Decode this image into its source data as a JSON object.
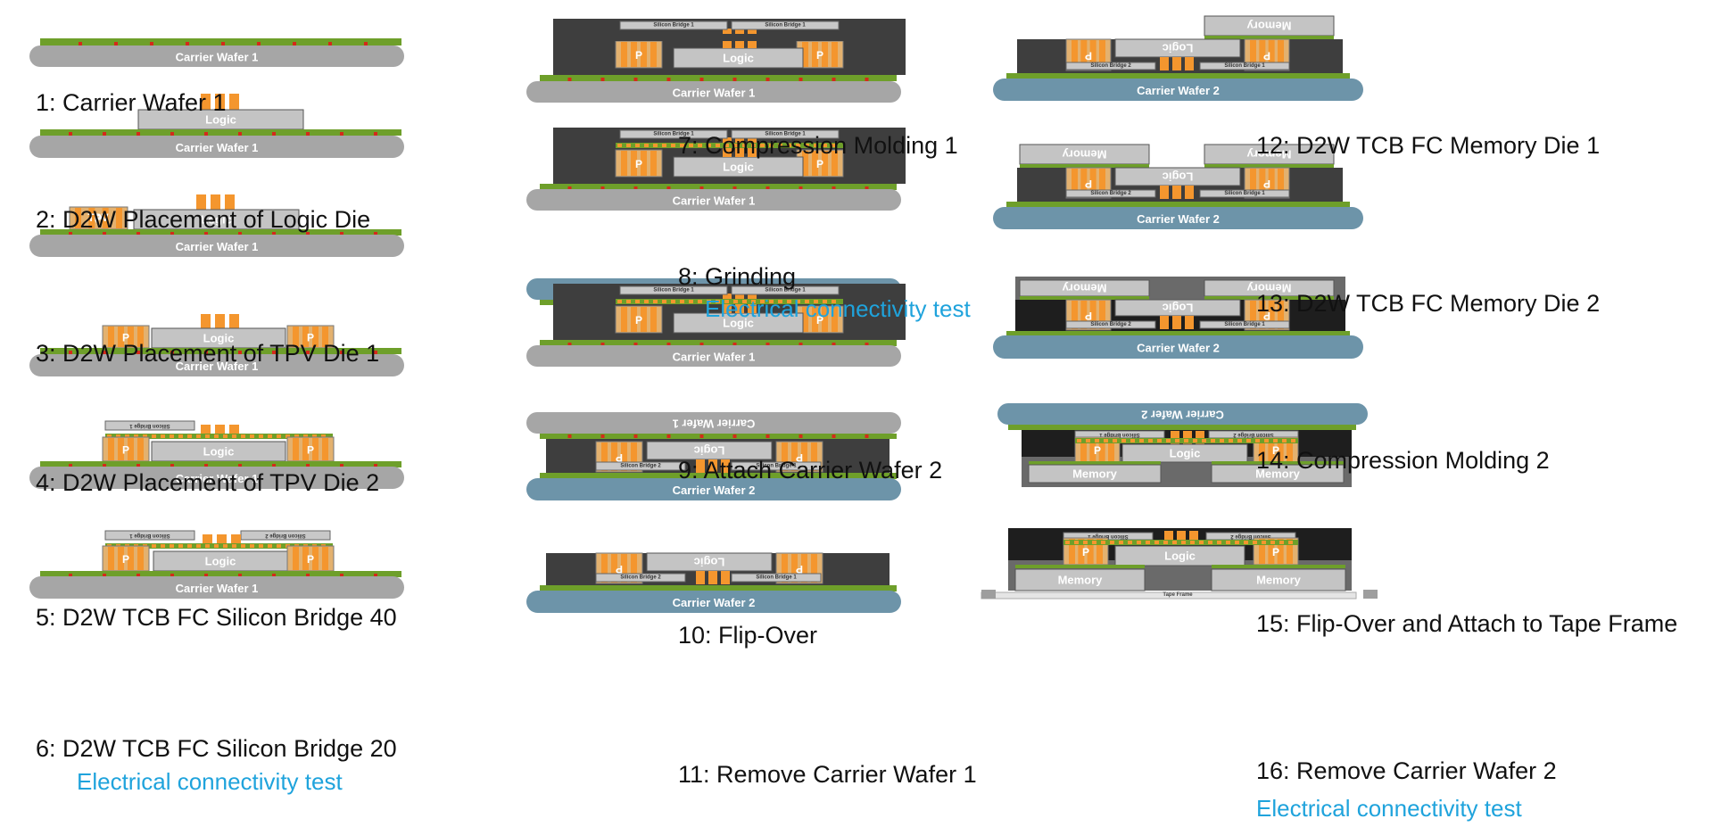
{
  "colors": {
    "carrier": "#a6a6a6",
    "carrier2": "#6d94a9",
    "green": "#6e9f2a",
    "orange": "#f4962e",
    "die": "#c4c4c4",
    "mold": "#3e3e3e",
    "mold_dark": "#1e1e1e",
    "bump": "#d42a1a",
    "test_text": "#1fa3dc"
  },
  "labels": {
    "carrier1": "Carrier Wafer 1",
    "carrier2": "Carrier Wafer 2",
    "logic": "Logic",
    "tpv": "TPV",
    "p": "P",
    "memory": "Memory",
    "bridge1": "Silicon Bridge 1",
    "bridge2": "Silicon Bridge 2",
    "tape": "Tape Frame"
  },
  "steps": [
    {
      "caption": "1: Carrier Wafer 1"
    },
    {
      "caption": "2: D2W Placement of Logic Die"
    },
    {
      "caption": "3: D2W Placement of TPV Die 1"
    },
    {
      "caption": "4: D2W Placement of TPV Die 2"
    },
    {
      "caption": "5: D2W TCB FC Silicon Bridge 40"
    },
    {
      "caption": "6: D2W TCB FC Silicon Bridge 20",
      "note": "Electrical connectivity test"
    },
    {
      "caption": "7: Compression Molding 1"
    },
    {
      "caption": "8: Grinding",
      "note": "Electrical connectivity test"
    },
    {
      "caption": "9: Attach Carrier Wafer 2"
    },
    {
      "caption": "10: Flip-Over"
    },
    {
      "caption": "11: Remove Carrier Wafer 1"
    },
    {
      "caption": "12: D2W TCB FC Memory Die 1"
    },
    {
      "caption": "13: D2W TCB FC Memory Die 2"
    },
    {
      "caption": "14: Compression Molding 2"
    },
    {
      "caption": "15: Flip-Over and Attach to Tape Frame"
    },
    {
      "caption": "16: Remove Carrier Wafer 2",
      "note": "Electrical connectivity test"
    }
  ]
}
